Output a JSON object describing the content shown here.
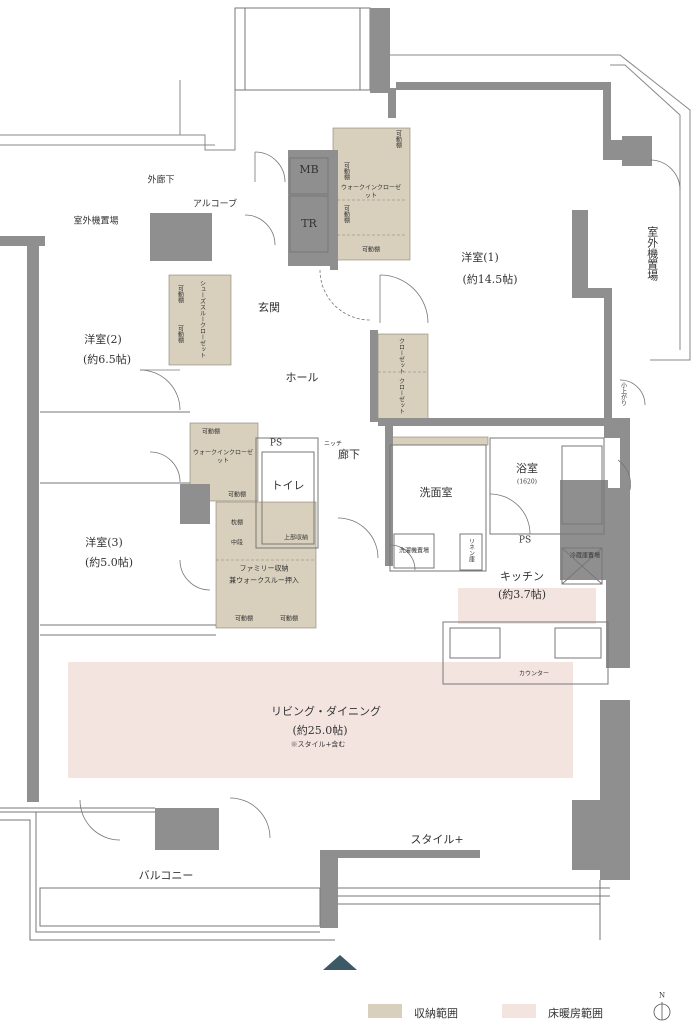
{
  "colors": {
    "wall": "#8f8f8f",
    "wall_dark": "#6f6f6f",
    "storage": "#d8d0bd",
    "floor_heating": "#f3e4e0",
    "outline": "#777777",
    "text": "#333333",
    "arrow": "#3e5966"
  },
  "rooms": {
    "western1": {
      "name": "洋室(1)",
      "area": "(約14.5帖)"
    },
    "western2": {
      "name": "洋室(2)",
      "area": "(約6.5帖)"
    },
    "western3": {
      "name": "洋室(3)",
      "area": "(約5.0帖)"
    },
    "entrance": "玄関",
    "hall": "ホール",
    "corridor": "廊下",
    "toilet": "トイレ",
    "washroom": "洗面室",
    "bathroom": {
      "name": "浴室",
      "size": "(1620)"
    },
    "kitchen": {
      "name": "キッチン",
      "area": "(約3.7帖)"
    },
    "living": {
      "name": "リビング・ダイニング",
      "area": "(約25.0帖)",
      "note": "※スタイル+含む"
    },
    "style_plus": "スタイル+",
    "balcony": "バルコニー"
  },
  "labels": {
    "outer_corridor": "外廊下",
    "alcove": "アルコーブ",
    "outdoor_unit_left": "室外機置場",
    "outdoor_unit_right": "室外機置場",
    "mb": "MB",
    "tr": "TR",
    "wic_main": "ウォークインクローゼット",
    "shoe_closet": "シューズスルークローゼット",
    "closet1": "クローゼット",
    "closet2": "クローゼット",
    "wic_room2": "ウォークインクローゼット",
    "movable_shelf": "可動棚",
    "ps": "PS",
    "niche": "ニッチ",
    "pillow_shelf": "枕棚",
    "middle_shelf": "中段",
    "family_storage": "ファミリー収納",
    "family_storage_sub": "兼ウォークスルー押入",
    "upper_storage": "上部収納",
    "washing_machine": "洗濯機置場",
    "linen": "リネン庫",
    "fridge": "冷蔵庫置場",
    "counter": "カウンター",
    "step_up": "小上がり"
  },
  "legend": {
    "storage_label": "収納範囲",
    "heating_label": "床暖房範囲"
  },
  "compass": "N"
}
